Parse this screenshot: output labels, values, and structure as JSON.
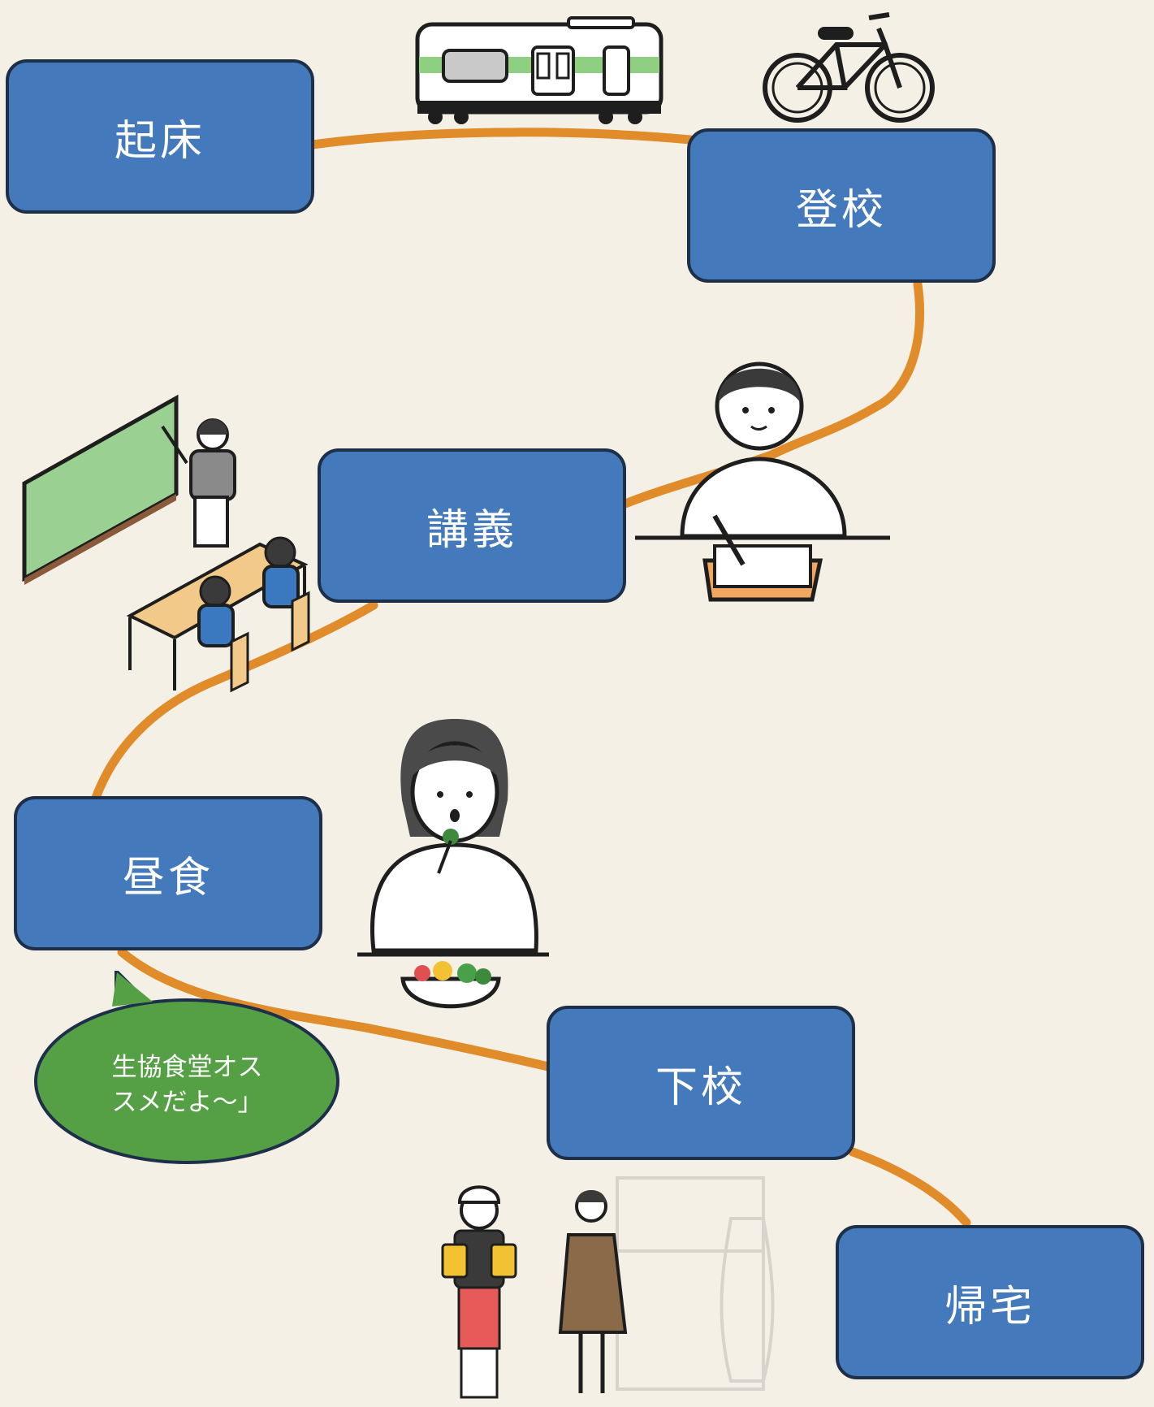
{
  "colors": {
    "background": "#f5f0e5",
    "box_fill": "#4479bb",
    "box_border": "#1e2f4a",
    "route_line": "#e08c2a",
    "bubble_fill": "#55a045",
    "bubble_border": "#1e2f4a"
  },
  "steps": [
    {
      "id": "wake",
      "label": "起床"
    },
    {
      "id": "commute",
      "label": "登校"
    },
    {
      "id": "lecture",
      "label": "講義"
    },
    {
      "id": "lunch",
      "label": "昼食"
    },
    {
      "id": "leave",
      "label": "下校"
    },
    {
      "id": "home",
      "label": "帰宅"
    }
  ],
  "bubble": {
    "line1": "生協食堂オス",
    "line2": "スメだよ～」"
  },
  "illustrations": [
    "train-icon",
    "bicycle-icon",
    "student-writing-icon",
    "classroom-icon",
    "woman-eating-salad-icon",
    "waiter-with-drinks-icon",
    "clothing-shop-clerk-icon"
  ]
}
